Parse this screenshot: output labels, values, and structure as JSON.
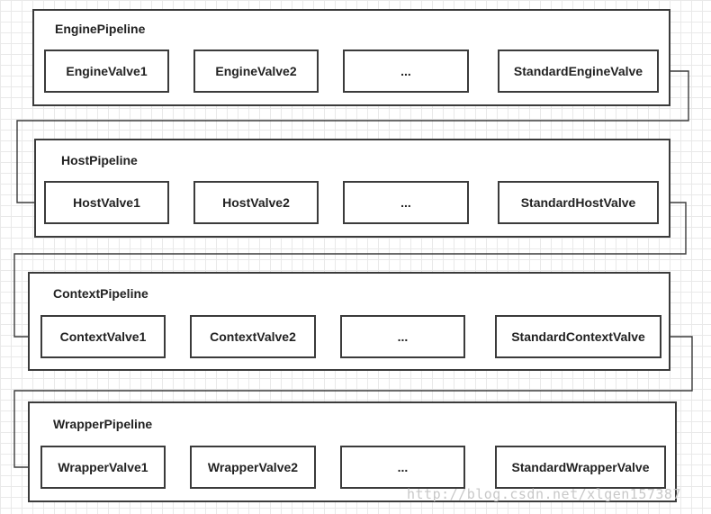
{
  "pipelines": [
    {
      "title": "EnginePipeline",
      "valves": [
        "EngineValve1",
        "EngineValve2",
        "...",
        "StandardEngineValve"
      ]
    },
    {
      "title": "HostPipeline",
      "valves": [
        "HostValve1",
        "HostValve2",
        "...",
        "StandardHostValve"
      ]
    },
    {
      "title": "ContextPipeline",
      "valves": [
        "ContextValve1",
        "ContextValve2",
        "...",
        "StandardContextValve"
      ]
    },
    {
      "title": "WrapperPipeline",
      "valves": [
        "WrapperValve1",
        "WrapperValve2",
        "...",
        "StandardWrapperValve"
      ]
    }
  ],
  "watermark": "http://blog.csdn.net/xlgen157387",
  "colors": {
    "stroke": "#3b3b3b",
    "grid": "#e9e9e9",
    "watermark": "#c8c8c8"
  }
}
